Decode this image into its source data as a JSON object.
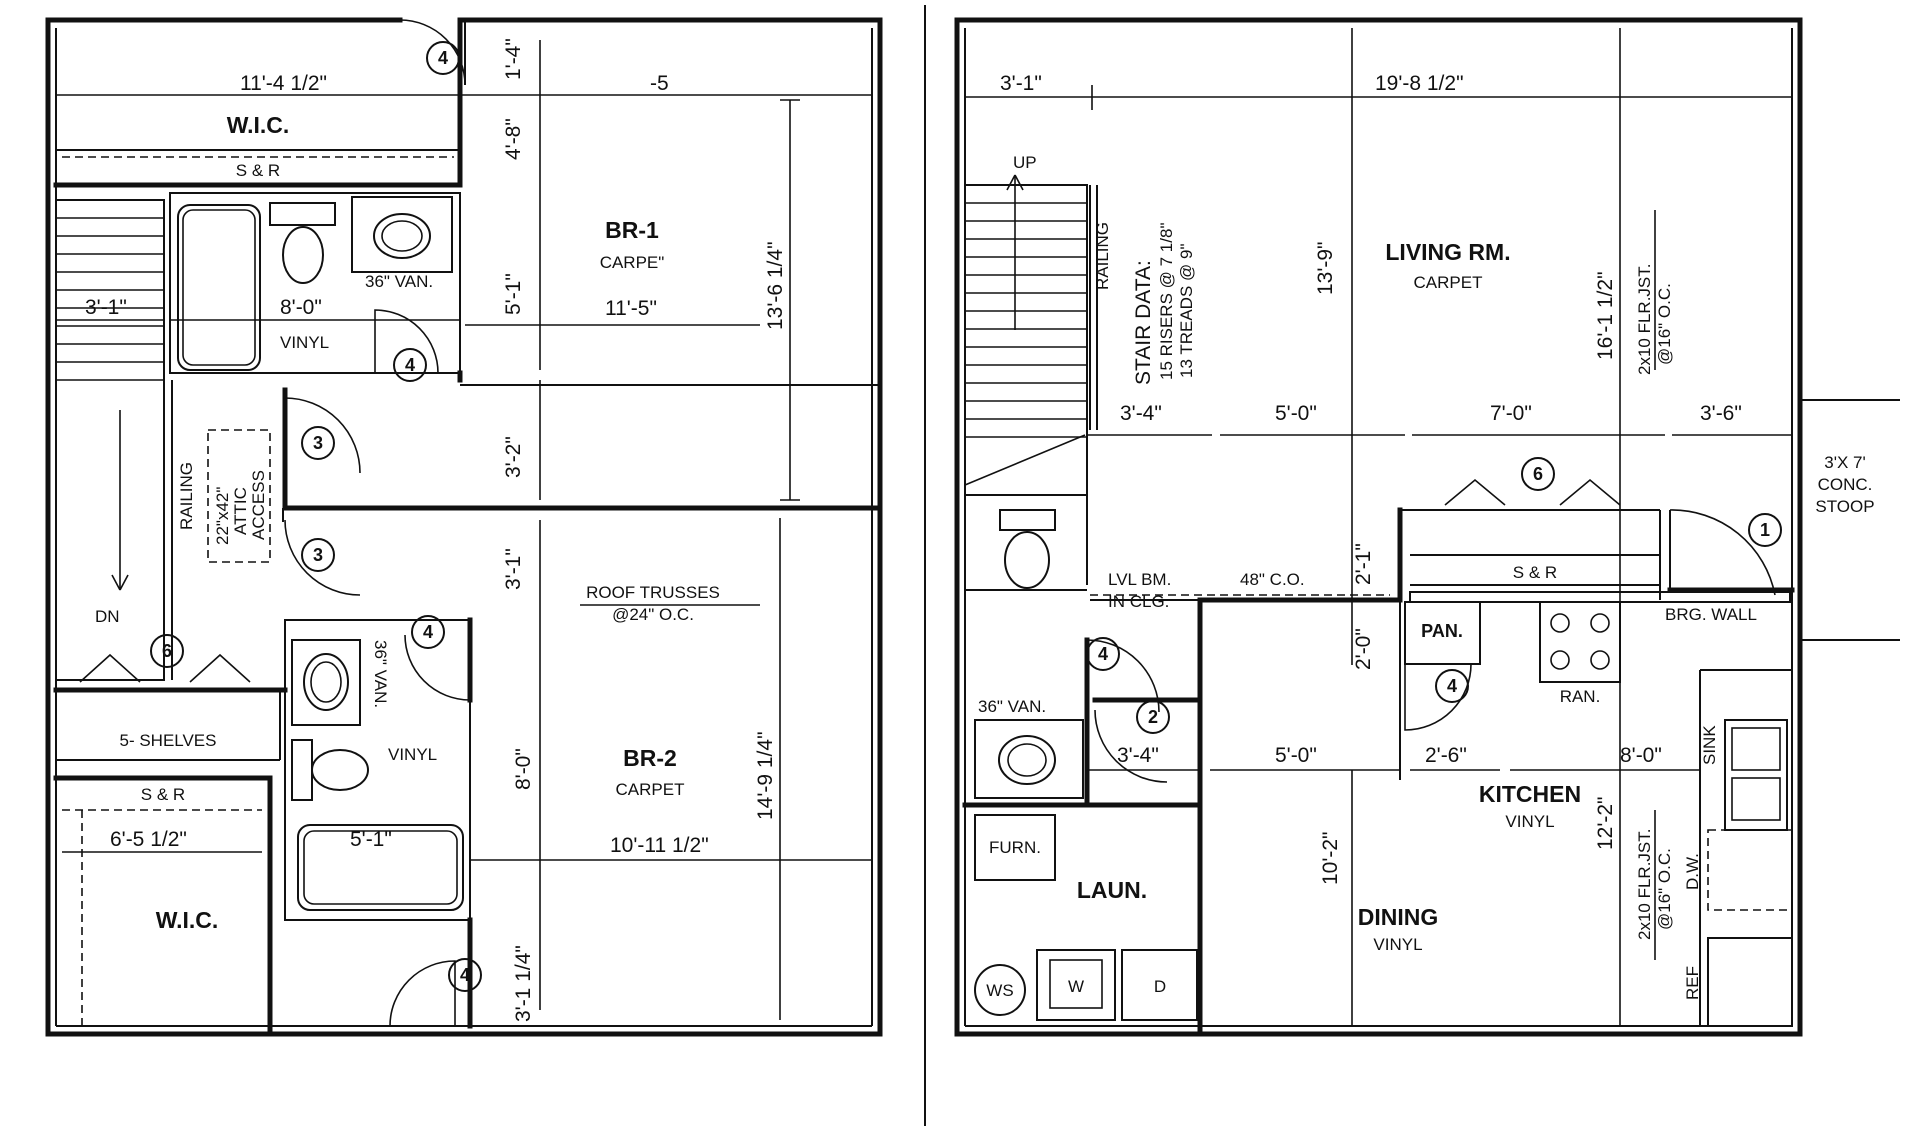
{
  "upper": {
    "dims": {
      "wic_width": "11'-4 1/2\"",
      "br1_top_partial": "-5",
      "d_1_4": "1'-4\"",
      "d_4_8": "4'-8\"",
      "d_5_1": "5'-1\"",
      "d_3_2": "3'-2\"",
      "d_13_6": "13'-6 1/4\"",
      "d_11_5": "11'-5\"",
      "d_3_1_stair": "3'-1\"",
      "d_8_0_bath": "8'-0\"",
      "d_3_1_hall": "3'-1\"",
      "d_8_0_br2": "8'-0\"",
      "d_14_9": "14'-9 1/4\"",
      "d_6_5": "6'-5 1/2\"",
      "d_5_1_tub": "5'-1\"",
      "d_10_11": "10'-11 1/2\"",
      "d_3_1_bottom": "3'-1 1/4\""
    },
    "labels": {
      "wic_top": "W.I.C.",
      "sr_top": "S & R",
      "van_36": "36\" VAN.",
      "vinyl_bath1": "VINYL",
      "br1": "BR-1",
      "br1_finish": "CARPE\"",
      "railing": "RAILING",
      "attic1": "22\"x42\"",
      "attic2": "ATTIC",
      "attic3": "ACCESS",
      "dn": "DN",
      "roof1": "ROOF TRUSSES",
      "roof2": "@24\" O.C.",
      "van_36b": "36\" VAN.",
      "vinyl_bath2": "VINYL",
      "br2": "BR-2",
      "br2_finish": "CARPET",
      "shelves": "5- SHELVES",
      "sr_bottom": "S & R",
      "wic_bottom": "W.I.C."
    },
    "tags": {
      "t4a": "4",
      "t4b": "4",
      "t3a": "3",
      "t3b": "3",
      "t6": "6",
      "t4c": "4",
      "t4d": "4"
    }
  },
  "lower": {
    "dims": {
      "d_3_1": "3'-1\"",
      "d_19_8": "19'-8 1/2\"",
      "d_13_9": "13'-9\"",
      "d_16_1": "16'-1 1/2\"",
      "d_3_4_top": "3'-4\"",
      "d_5_0_top": "5'-0\"",
      "d_7_0": "7'-0\"",
      "d_3_6": "3'-6\"",
      "d_2_1": "2'-1\"",
      "d_2_0": "2'-0\"",
      "d_3_4_bot": "3'-4\"",
      "d_5_0_bot": "5'-0\"",
      "d_2_6": "2'-6\"",
      "d_8_0": "8'-0\"",
      "d_12_2": "12'-2\"",
      "d_10_2": "10'-2\""
    },
    "labels": {
      "up": "UP",
      "railing": "RAILING",
      "stair_title": "STAIR DATA:",
      "stair_risers": "15 RISERS @ 7 1/8\"",
      "stair_treads": "13 TREADS @ 9\"",
      "living": "LIVING RM.",
      "living_finish": "CARPET",
      "joist1a": "2x10 FLR.JST.",
      "joist1b": "@16\" O.C.",
      "stoop1": "3'X 7'",
      "stoop2": "CONC.",
      "stoop3": "STOOP",
      "lvl1": "LVL BM.",
      "lvl2": "IN CLG.",
      "co48": "48\" C.O.",
      "sr": "S & R",
      "pan": "PAN.",
      "brg": "BRG. WALL",
      "ran": "RAN.",
      "van36": "36\" VAN.",
      "sink": "SINK",
      "kitchen": "KITCHEN",
      "kitchen_finish": "VINYL",
      "joist2a": "2x10 FLR.JST.",
      "joist2b": "@16\" O.C.",
      "dw": "D.W.",
      "furn": "FURN.",
      "laun": "LAUN.",
      "dining": "DINING",
      "dining_finish": "VINYL",
      "ws": "WS",
      "washer": "W",
      "dryer": "D",
      "ref": "REF"
    },
    "tags": {
      "t6": "6",
      "t1": "1",
      "t4a": "4",
      "t2": "2",
      "t4b": "4"
    }
  }
}
